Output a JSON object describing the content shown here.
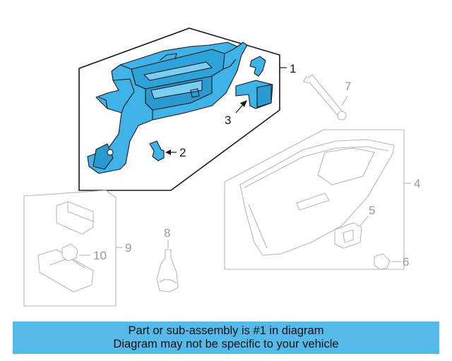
{
  "callouts": {
    "c1": "1",
    "c2": "2",
    "c3": "3",
    "c4": "4",
    "c5": "5",
    "c6": "6",
    "c7": "7",
    "c8": "8",
    "c9": "9",
    "c10": "10"
  },
  "banner": {
    "line1": "Part or sub-assembly is #1 in diagram",
    "line2": "Diagram may not be specific to your vehicle"
  },
  "colors": {
    "highlight": "#3fb3e8",
    "outline": "#1a1a1a",
    "muted": "#b8b8b8",
    "banner": "#55b9ea"
  }
}
